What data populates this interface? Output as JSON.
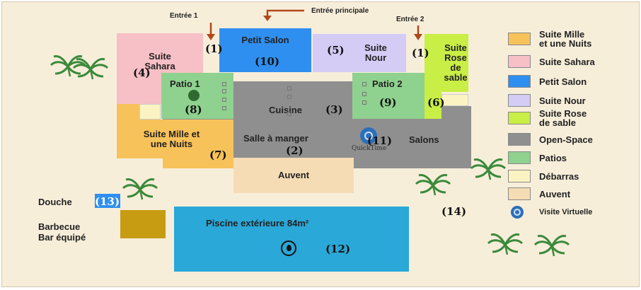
{
  "entrances": {
    "entree1": "Entrée 1",
    "principale": "Entrée principale",
    "entree2": "Entrée 2"
  },
  "rooms": {
    "suite_sahara": "Suite\nSahara",
    "petit_salon": "Petit Salon",
    "suite_nour": "Suite\nNour",
    "suite_rose": "Suite\nRose\nde\nsable",
    "patio1": "Patio 1",
    "patio2": "Patio 2",
    "cuisine": "Cuisine",
    "salle_manger": "Salle à manger",
    "salons": "Salons",
    "suite_mille": "Suite Mille et\nune Nuits",
    "auvent": "Auvent",
    "piscine": "Piscine extérieure 84m²",
    "douche": "Douche",
    "barbecue": "Barbecue\nBar équipé",
    "quicktime": "QuickTime"
  },
  "numbers": {
    "n1a": "(1)",
    "n10": "(10)",
    "n5": "(5)",
    "n1b": "(1)",
    "n4": "(4)",
    "n8": "(8)",
    "n3": "(3)",
    "n9": "(9)",
    "n6": "(6)",
    "n11": "(11)",
    "n2": "(2)",
    "n7": "(7)",
    "n13": "(13)",
    "n14": "(14)",
    "n12": "(12)"
  },
  "legend": [
    {
      "label": "Suite Mille\net une Nuits",
      "color": "#f8c25a"
    },
    {
      "label": "Suite Sahara",
      "color": "#f7c0c6"
    },
    {
      "label": "Petit Salon",
      "color": "#2f8ff0"
    },
    {
      "label": "Suite Nour",
      "color": "#d4ccf5"
    },
    {
      "label": "Suite Rose\nde sable",
      "color": "#c9ee45"
    },
    {
      "label": "Open-Space",
      "color": "#8f8f8f"
    },
    {
      "label": "Patios",
      "color": "#8fd18f"
    },
    {
      "label": "Débarras",
      "color": "#fbf4c2"
    },
    {
      "label": "Auvent",
      "color": "#f5dcb5"
    },
    {
      "label": "Visite Virtuelle",
      "icon": "virtual-tour-icon",
      "color": "#2d6fb8"
    }
  ],
  "colors": {
    "mille": "#f8c25a",
    "sahara": "#f7c0c6",
    "petit_salon": "#2f8ff0",
    "nour": "#d4ccf5",
    "rose": "#c9ee45",
    "open": "#8f8f8f",
    "patio": "#8fd18f",
    "debarras": "#fbf4c2",
    "auvent": "#f5dcb5",
    "piscine": "#2aa8d8",
    "bbq": "#c79b12",
    "arrow": "#b2481c",
    "palm": "#3b8a3b"
  },
  "icons": [
    "arrow-down-icon",
    "arrow-left-icon",
    "palm-tree-icon",
    "virtual-tour-icon",
    "pool-drop-icon"
  ]
}
